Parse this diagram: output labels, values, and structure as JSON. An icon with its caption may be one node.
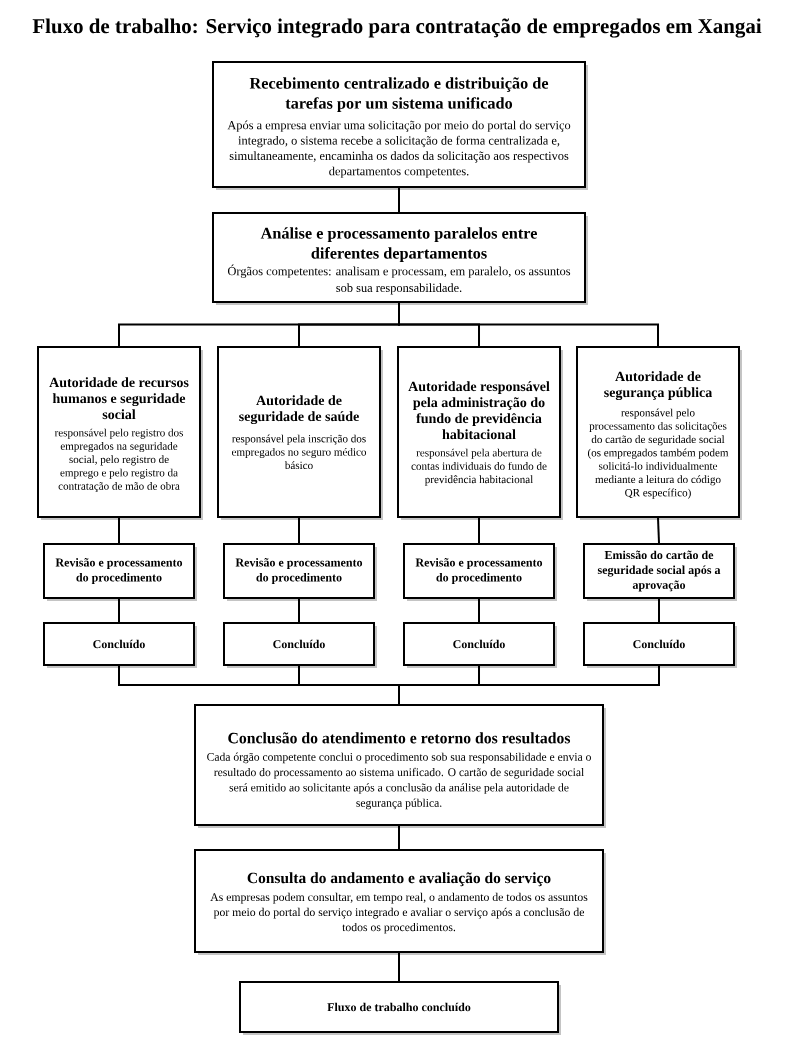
{
  "diagram": {
    "title": "Fluxo de trabalho: Serviço integrado para contratação de empregados em Xangai",
    "nodes": [
      {
        "text": [
          "Recebimento centralizado e distribuição de tarefas por um sistema unificado",
          "Após a empresa enviar uma solicitação por meio do portal do serviço integrado, o sistema recebe a solicitação de forma centralizada e, simultaneamente, encaminha os dados da solicitação aos respectivos departamentos competentes."
        ]
      },
      {
        "text": [
          "Análise e processamento paralelos entre diferentes departamentos",
          "Órgãos competentes: analisam e processam, em paralelo, os assuntos sob sua responsabilidade."
        ]
      },
      {
        "text": [
          "Autoridade de recursos humanos e seguridade social",
          "responsável pelo registro dos empregados na seguridade social, pelo registro de emprego e pelo registro da contratação de mão de obra"
        ]
      },
      {
        "text": [
          "Autoridade de seguridade de saúde",
          "responsável pela inscrição dos empregados no seguro médico básico"
        ]
      },
      {
        "text": [
          "Autoridade responsável pela administração do fundo de previdência habitacional",
          "responsável pela abertura de contas individuais do fundo de previdência habitacional"
        ]
      },
      {
        "text": [
          "Autoridade de segurança pública",
          "responsável pelo processamento das solicitações do cartão de seguridade social (os empregados também podem solicitá-lo individualmente mediante a leitura do código QR específico)"
        ]
      },
      {
        "text": [
          "Revisão e processamento do procedimento"
        ]
      },
      {
        "text": [
          "Revisão e processamento do procedimento"
        ]
      },
      {
        "text": [
          "Revisão e processamento do procedimento"
        ]
      },
      {
        "text": [
          "Emissão do cartão de seguridade social após a aprovação"
        ]
      },
      {
        "text": [
          "Concluído"
        ]
      },
      {
        "text": [
          "Concluído"
        ]
      },
      {
        "text": [
          "Concluído"
        ]
      },
      {
        "text": [
          "Concluído"
        ]
      },
      {
        "text": [
          "Conclusão do atendimento e retorno dos resultados",
          "Cada órgão competente conclui o procedimento sob sua responsabilidade e envia o resultado do processamento ao sistema unificado. O cartão de seguridade social será emitido ao solicitante após a conclusão da análise pela autoridade de segurança pública."
        ]
      },
      {
        "text": [
          "Consulta do andamento e avaliação do serviço",
          "As empresas podem consultar, em tempo real, o andamento de todos os assuntos por meio do portal do serviço integrado e avaliar o serviço após a conclusão de todos os procedimentos."
        ]
      },
      {
        "text": [
          "Fluxo de trabalho concluído"
        ]
      }
    ],
    "edges": [
      {
        "from": 0,
        "to": 1,
        "arrow": "none"
      },
      {
        "from": 1,
        "to": 2,
        "arrow": "none"
      },
      {
        "from": 1,
        "to": 3,
        "arrow": "none"
      },
      {
        "from": 1,
        "to": 4,
        "arrow": "none"
      },
      {
        "from": 1,
        "to": 5,
        "arrow": "none"
      },
      {
        "from": 2,
        "to": 6,
        "arrow": "none"
      },
      {
        "from": 3,
        "to": 7,
        "arrow": "none"
      },
      {
        "from": 4,
        "to": 8,
        "arrow": "none"
      },
      {
        "from": 5,
        "to": 9,
        "arrow": "none"
      },
      {
        "from": 6,
        "to": 10,
        "arrow": "none"
      },
      {
        "from": 7,
        "to": 11,
        "arrow": "none"
      },
      {
        "from": 8,
        "to": 12,
        "arrow": "none"
      },
      {
        "from": 9,
        "to": 13,
        "arrow": "none"
      },
      {
        "from": 10,
        "to": 14,
        "arrow": "none"
      },
      {
        "from": 11,
        "to": 14,
        "arrow": "none"
      },
      {
        "from": 12,
        "to": 14,
        "arrow": "none"
      },
      {
        "from": 13,
        "to": 14,
        "arrow": "none"
      },
      {
        "from": 14,
        "to": 15,
        "arrow": "none"
      },
      {
        "from": 15,
        "to": 16,
        "arrow": "none"
      }
    ]
  }
}
